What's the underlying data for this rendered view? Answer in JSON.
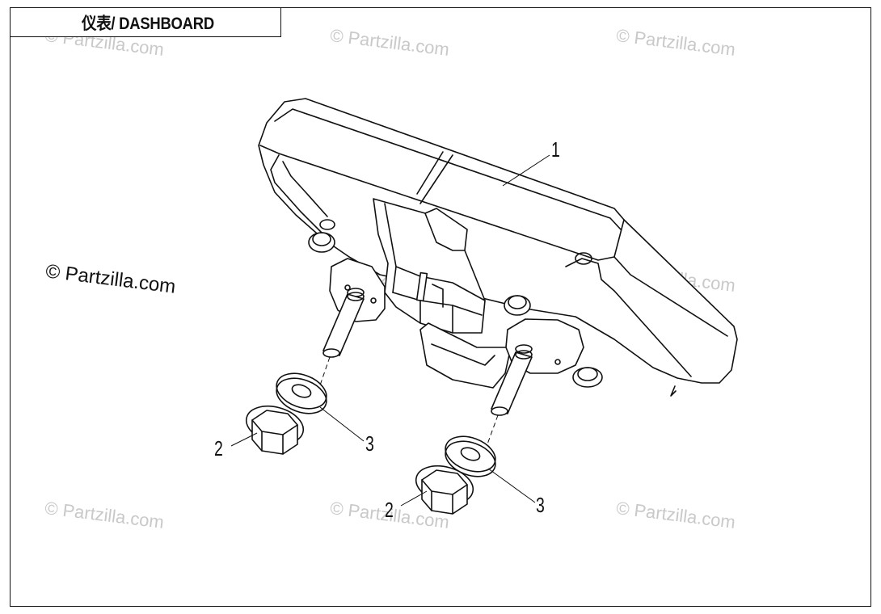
{
  "title": "仪表/ DASHBOARD",
  "watermark": "© Partzilla.com",
  "callouts": {
    "part1": "1",
    "part2a": "2",
    "part2b": "2",
    "part3a": "3",
    "part3b": "3"
  },
  "colors": {
    "line": "#111111",
    "watermark": "#c9c9c9",
    "background": "#ffffff"
  }
}
